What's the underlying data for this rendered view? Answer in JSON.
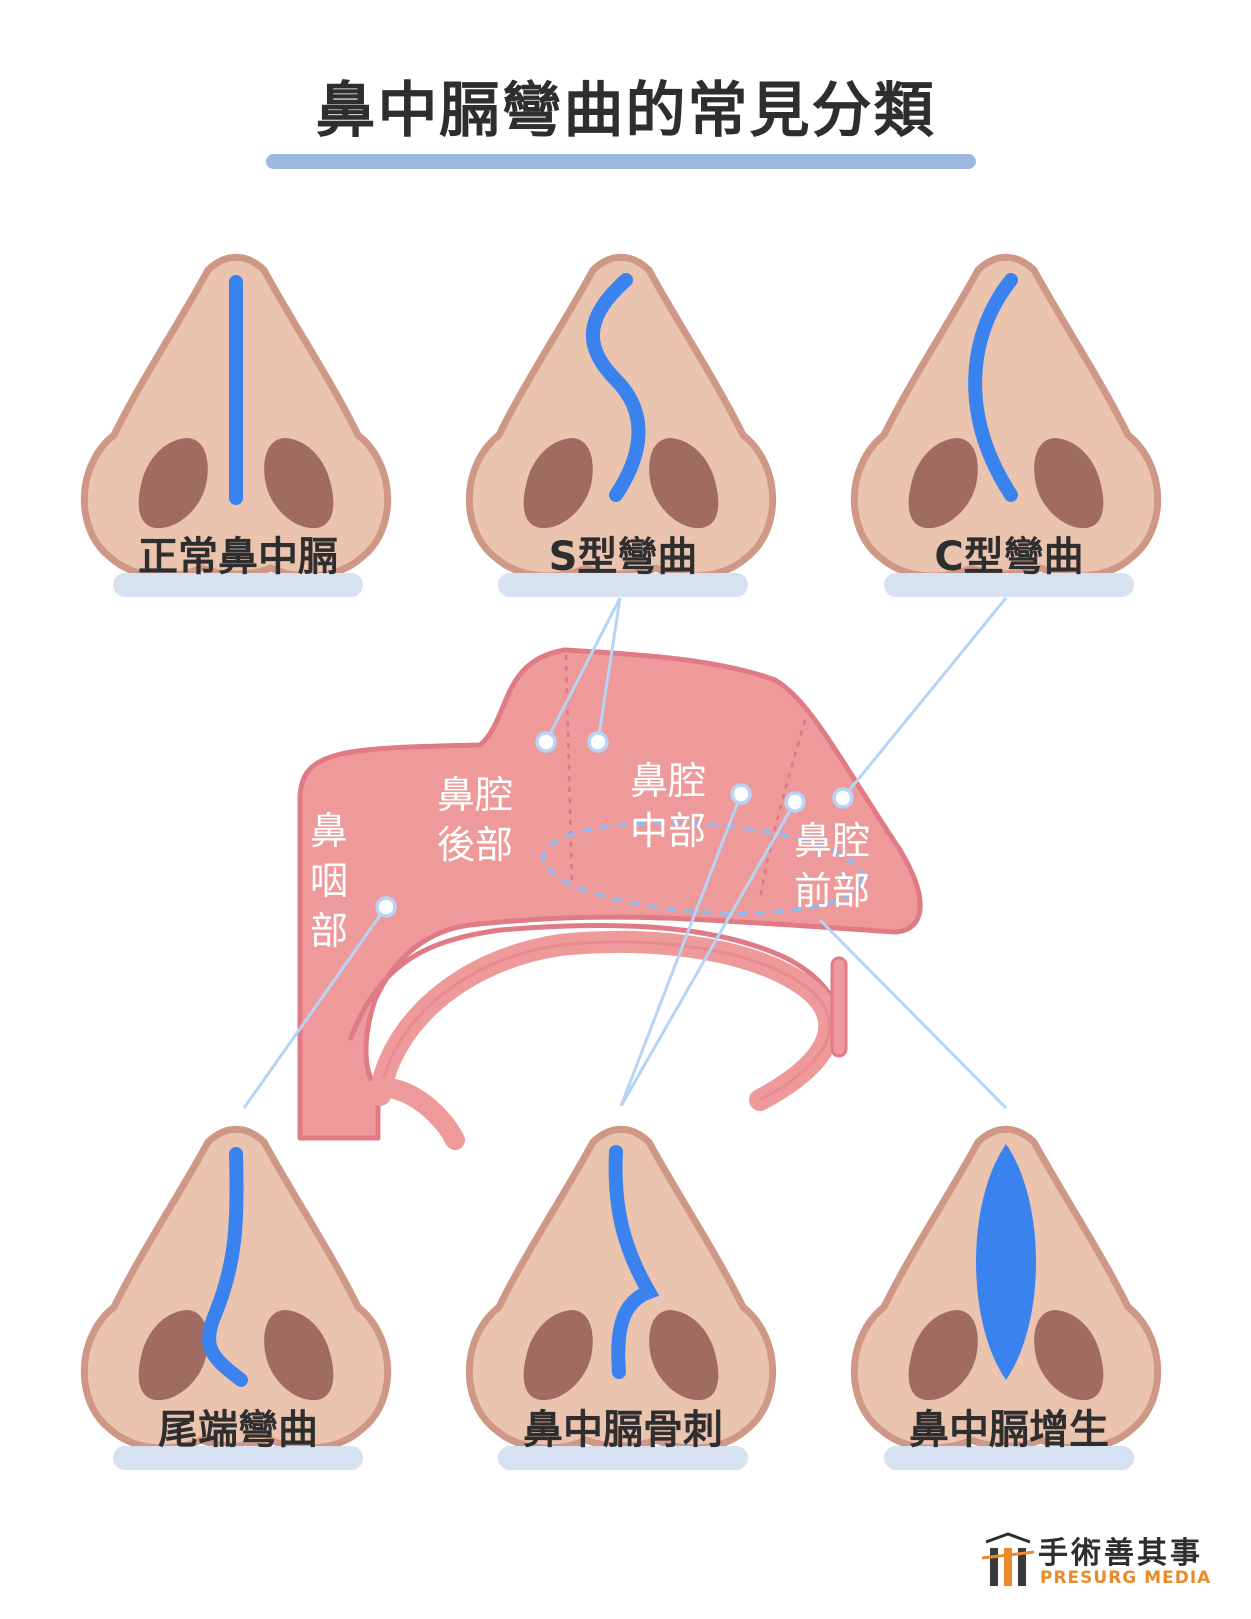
{
  "title": "鼻中膈彎曲的常見分類",
  "types": [
    {
      "label": "正常鼻中膈",
      "septum": "straight"
    },
    {
      "label": "S型彎曲",
      "septum": "s-curve"
    },
    {
      "label": "C型彎曲",
      "septum": "c-curve"
    },
    {
      "label": "尾端彎曲",
      "septum": "caudal"
    },
    {
      "label": "鼻中膈骨刺",
      "septum": "spur"
    },
    {
      "label": "鼻中膈增生",
      "septum": "hypertrophy"
    }
  ],
  "regions": {
    "nasopharynx": "鼻\n咽\n部",
    "posterior": "鼻腔\n後部",
    "middle": "鼻腔\n中部",
    "anterior": "鼻腔\n前部"
  },
  "logo": {
    "cn": "手術善其事",
    "en": "PRESURG MEDIA"
  },
  "colors": {
    "skin": "#ebc4b0",
    "skin_outline": "#cf9886",
    "nostril": "#a06b60",
    "septum": "#3a83ef",
    "cavity": "#ef9a9a",
    "cavity_outline": "#e07b85",
    "connector": "#b6d4f5"
  }
}
